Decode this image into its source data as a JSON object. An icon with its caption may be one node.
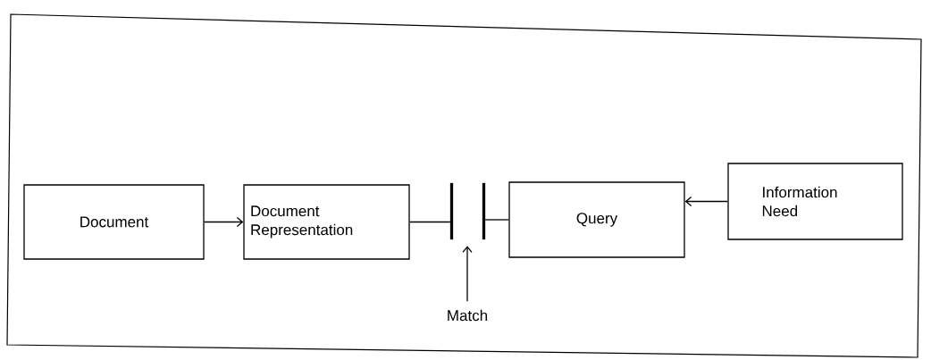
{
  "diagram": {
    "nodes": [
      {
        "text": [
          "Document"
        ]
      },
      {
        "text": [
          "Document Representation"
        ]
      },
      {
        "text": [],
        "shape": "bar"
      },
      {
        "text": [],
        "shape": "bar"
      },
      {
        "text": [
          "Query"
        ]
      },
      {
        "text": [
          "Information Need"
        ]
      },
      {
        "text": [
          "Match"
        ]
      }
    ],
    "edges": [
      {
        "from": 0,
        "to": 1,
        "arrow": "to"
      },
      {
        "from": 1,
        "to": 2,
        "arrow": "none"
      },
      {
        "from": 4,
        "to": 3,
        "arrow": "none"
      },
      {
        "from": 5,
        "to": 4,
        "arrow": "to"
      },
      {
        "from": 6,
        "to": null,
        "arrow": "to"
      }
    ]
  }
}
